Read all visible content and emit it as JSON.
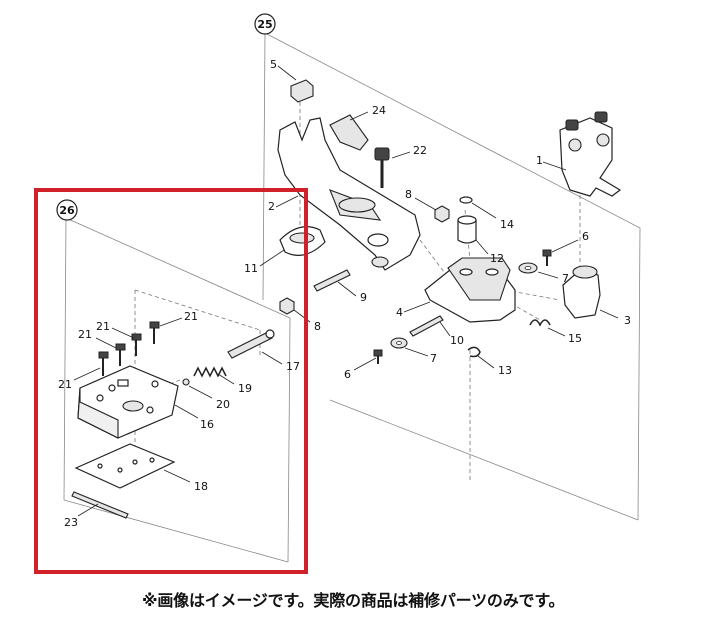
{
  "groups": {
    "g25": "25",
    "g26": "26"
  },
  "labels": {
    "p1": "1",
    "p2": "2",
    "p3": "3",
    "p4": "4",
    "p5": "5",
    "p6a": "6",
    "p6b": "6",
    "p7a": "7",
    "p7b": "7",
    "p8a": "8",
    "p8b": "8",
    "p9": "9",
    "p10": "10",
    "p11": "11",
    "p12": "12",
    "p13": "13",
    "p14": "14",
    "p15": "15",
    "p16": "16",
    "p17": "17",
    "p18": "18",
    "p19": "19",
    "p20": "20",
    "p21a": "21",
    "p21b": "21",
    "p21c": "21",
    "p21d": "21",
    "p22": "22",
    "p23": "23",
    "p24": "24"
  },
  "note": "※画像はイメージです。実際の商品は補修パーツのみです。",
  "colors": {
    "highlight": "#d0202a"
  }
}
